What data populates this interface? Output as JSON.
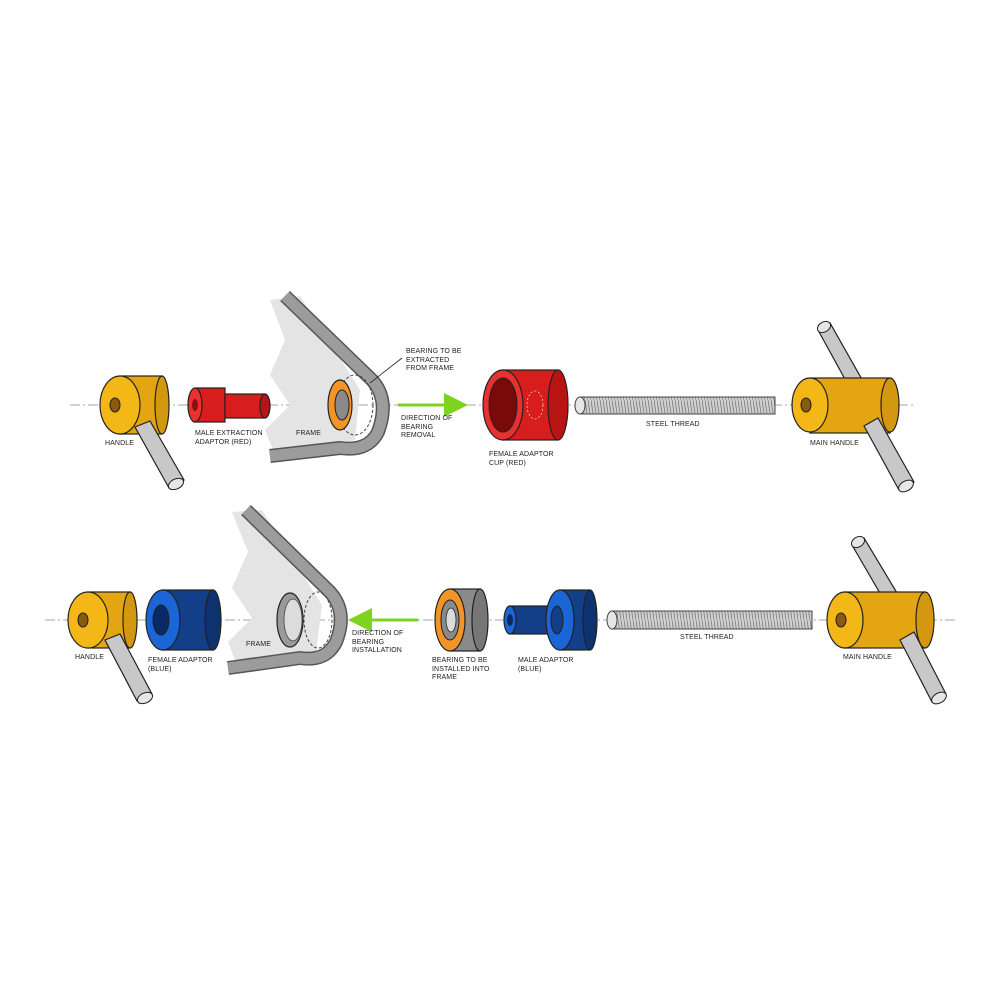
{
  "colors": {
    "handle_yellow": "#e3a612",
    "red_adaptor": "#d81d1d",
    "blue_adaptor": "#123f87",
    "blue_bright": "#1a66d6",
    "orange_bearing": "#f29426",
    "frame_grey": "#e4e4e4",
    "steel": "#c8c8c8",
    "arrow_green": "#7ed321"
  },
  "removal": {
    "handle_label": "HANDLE",
    "male_adaptor_label": "MALE EXTRACTION\nADAPTOR (RED)",
    "frame_label": "FRAME",
    "bearing_label": "BEARING TO BE\nEXTRACTED\nFROM FRAME",
    "direction_label": "DIRECTION OF\nBEARING\nREMOVAL",
    "female_cup_label": "FEMALE ADAPTOR\nCUP (RED)",
    "thread_label": "STEEL THREAD",
    "main_handle_label": "MAIN HANDLE"
  },
  "installation": {
    "handle_label": "HANDLE",
    "female_adaptor_label": "FEMALE ADAPTOR\n(BLUE)",
    "frame_label": "FRAME",
    "direction_label": "DIRECTION OF\nBEARING\nINSTALLATION",
    "bearing_label": "BEARING TO BE\nINSTALLED INTO\nFRAME",
    "male_adaptor_label": "MALE ADAPTOR\n(BLUE)",
    "thread_label": "STEEL THREAD",
    "main_handle_label": "MAIN HANDLE"
  }
}
